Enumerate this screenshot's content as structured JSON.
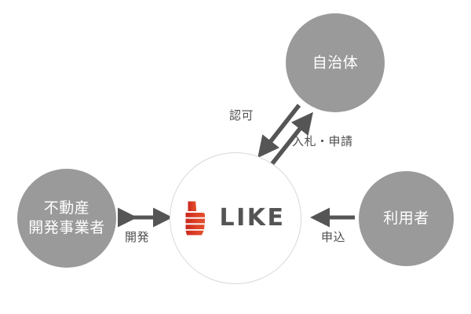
{
  "diagram": {
    "type": "relationship-diagram",
    "background_color": "#ffffff",
    "node_color": "#9a9a9a",
    "node_text_color": "#ffffff",
    "arrow_color": "#555555",
    "label_color": "#4d4d4d",
    "brand_red": "#d8372a",
    "brand_dark": "#545454",
    "nodes": {
      "government": {
        "label": "自治体"
      },
      "developer": {
        "label": "不動産\n開発事業者"
      },
      "user": {
        "label": "利用者"
      },
      "center": {
        "logo_text": "LIKE",
        "logo_mark_name": "thumbs-up-mark"
      }
    },
    "edges": {
      "approval": {
        "label": "認可",
        "direction": "government-to-center"
      },
      "bid": {
        "label": "入札・申請",
        "direction": "center-to-government"
      },
      "develop": {
        "label": "開発",
        "direction": "bidirectional"
      },
      "apply": {
        "label": "申込",
        "direction": "user-to-center"
      }
    }
  }
}
